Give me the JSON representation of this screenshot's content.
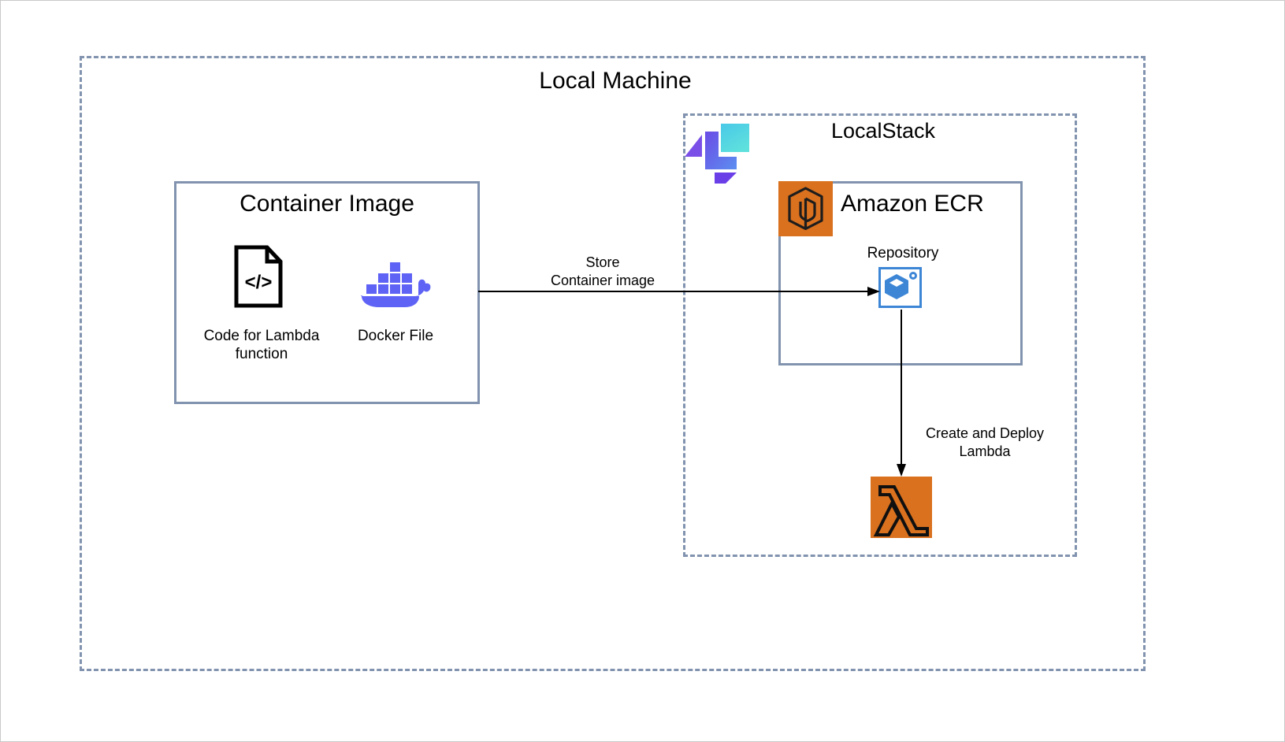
{
  "diagram": {
    "type": "architecture-diagram",
    "outer_container": {
      "label": "Local Machine",
      "border_style": "dashed",
      "border_color": "#8193ae"
    },
    "localstack_container": {
      "label": "LocalStack",
      "border_style": "dashed",
      "border_color": "#8193ae",
      "logo": "localstack-logo"
    },
    "container_image_box": {
      "label": "Container Image",
      "border_style": "solid",
      "border_color": "#8193ae",
      "items": [
        {
          "icon": "code-file-icon",
          "label_line1": "Code for Lambda",
          "label_line2": "function"
        },
        {
          "icon": "docker-whale-icon",
          "label_line1": "Docker File",
          "label_line2": ""
        }
      ]
    },
    "ecr_box": {
      "label": "Amazon ECR",
      "icon": "amazon-ecr-icon",
      "icon_color": "#d9711e",
      "border_style": "solid",
      "border_color": "#8193ae",
      "repository": {
        "label": "Repository",
        "icon": "ecr-repository-icon",
        "icon_color": "#3d86d6"
      }
    },
    "lambda_node": {
      "icon": "aws-lambda-icon",
      "icon_color": "#d9711e"
    },
    "arrows": [
      {
        "name": "store-container-image-arrow",
        "direction": "right",
        "label_line1": "Store",
        "label_line2": "Container image"
      },
      {
        "name": "create-deploy-lambda-arrow",
        "direction": "down",
        "label_line1": "Create and Deploy",
        "label_line2": "Lambda"
      }
    ]
  },
  "colors": {
    "border_blue_gray": "#8193ae",
    "aws_orange": "#d9711e",
    "docker_blue": "#5f63f5",
    "repo_blue": "#3d86d6",
    "localstack_purple": "#6b4ce6",
    "localstack_cyan": "#4ad6e0"
  }
}
